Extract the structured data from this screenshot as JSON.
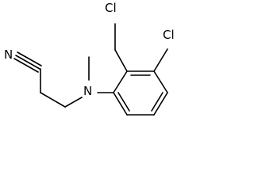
{
  "molecule": {
    "atoms": {
      "nitrogen_amine": "N",
      "nitrogen_nitrile": "N",
      "chlorine_methyl": "Cl",
      "chlorine_ring": "Cl"
    }
  }
}
